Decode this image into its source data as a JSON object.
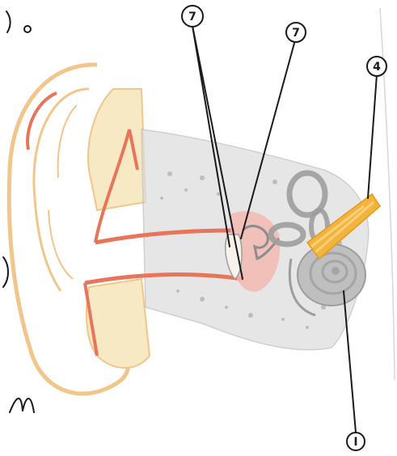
{
  "diagram": {
    "markers": [
      {
        "id": "marker-7-left",
        "text": "7"
      },
      {
        "id": "marker-7-right",
        "text": "7"
      },
      {
        "id": "marker-top-right",
        "text": "4"
      },
      {
        "id": "marker-i",
        "text": "I"
      }
    ],
    "colors": {
      "outline": "#f2c58a",
      "canal_red": "#e8755a",
      "cartilage": "#f7e9c4",
      "bone": "#dcdcdc",
      "bone_dots": "#bdbdbd",
      "cochlea": "#bfbfbf",
      "nerve": "#f4b43c",
      "eardrum_area": "#f3b7ae",
      "ink": "#1a1a1a"
    }
  }
}
